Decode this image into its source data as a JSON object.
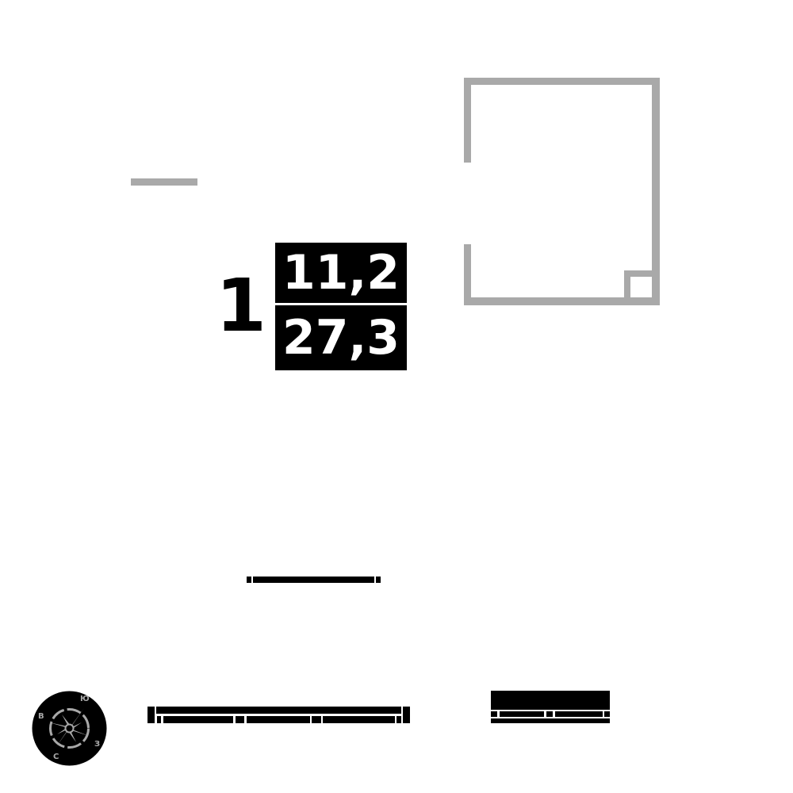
{
  "room": {
    "number": "1",
    "living_area": "11,2",
    "total_area": "27,3"
  },
  "compass": {
    "labels": {
      "north": "С",
      "south": "Ю",
      "west": "З",
      "east": "В"
    }
  },
  "colors": {
    "wall_gray": "#a9a9a9",
    "fill_black": "#000000",
    "background": "#ffffff"
  }
}
